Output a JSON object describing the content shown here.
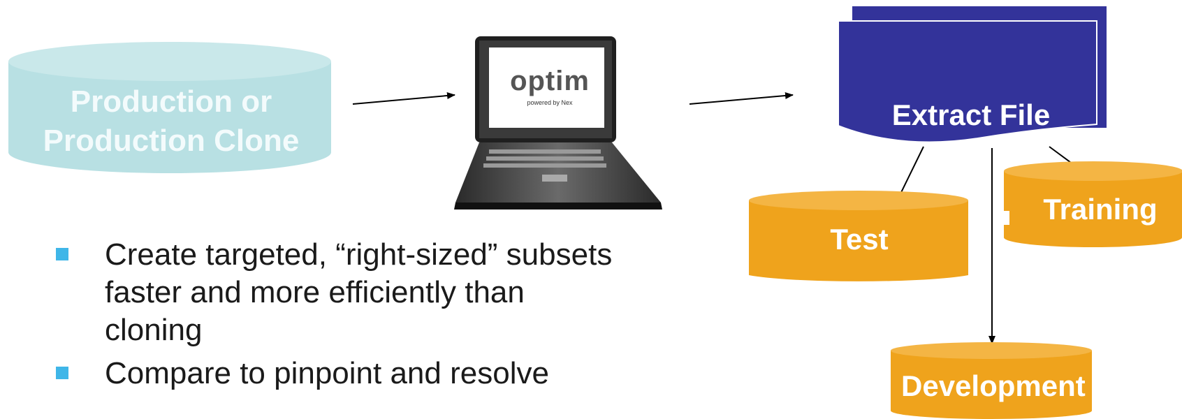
{
  "source": {
    "label_line1": "Production or",
    "label_line2": "Production Clone"
  },
  "tool": {
    "logo_text": "optim",
    "logo_subtext": "powered by Nex"
  },
  "extract": {
    "label": "Extract File"
  },
  "targets": {
    "test": "Test",
    "training": "Training",
    "development": "Development"
  },
  "bullets": [
    {
      "lines": [
        "Create targeted, “right-sized” subsets",
        "faster and more efficiently than",
        "cloning"
      ]
    },
    {
      "lines": [
        "Compare to pinpoint and resolve"
      ]
    }
  ],
  "colors": {
    "production_cylinder": "#b8e0e3",
    "extract_file": "#33339a",
    "target_cylinder": "#efa31c",
    "bullet_marker": "#3fb6e8",
    "optim_red": "#c8102e"
  }
}
